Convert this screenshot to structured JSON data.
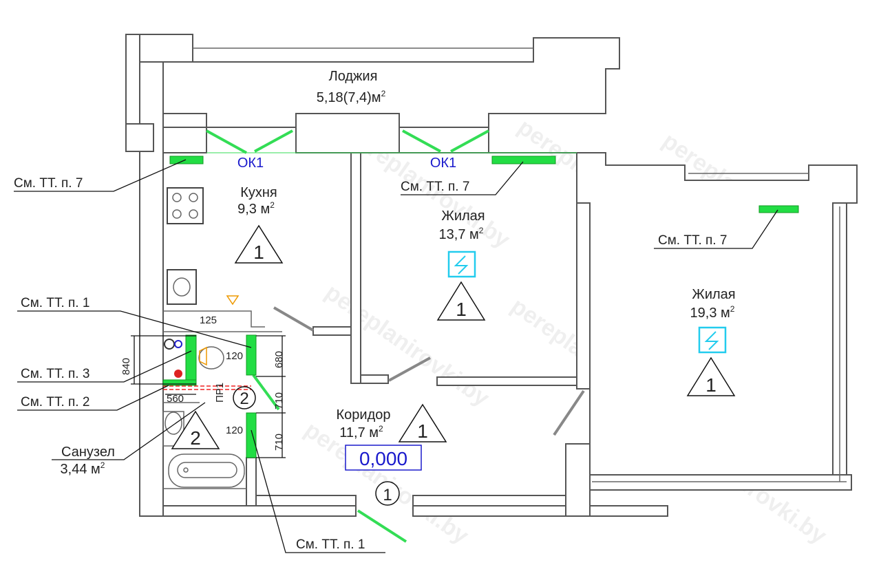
{
  "rooms": {
    "loggia": {
      "name": "Лоджия",
      "area": "5,18(7,4)м",
      "sup": "2"
    },
    "kitchen": {
      "name": "Кухня",
      "area": "9,3 м",
      "sup": "2",
      "mark": "1"
    },
    "living1": {
      "name": "Жилая",
      "area": "13,7 м",
      "sup": "2",
      "mark": "1"
    },
    "living2": {
      "name": "Жилая",
      "area": "19,3 м",
      "sup": "2",
      "mark": "1"
    },
    "corridor": {
      "name": "Коридор",
      "area": "11,7 м",
      "sup": "2",
      "mark": "1",
      "level": "0,000"
    },
    "bathroom": {
      "name": "Санузел",
      "area": "3,44 м",
      "sup": "2",
      "mark": "2"
    }
  },
  "windows": {
    "ok1a": "ОК1",
    "ok1b": "ОК1"
  },
  "callouts": {
    "tt7a": "См. ТТ. п. 7",
    "tt7b": "См. ТТ. п. 7",
    "tt7c": "См. ТТ. п. 7",
    "tt1a": "См. ТТ. п. 1",
    "tt3": "См. ТТ. п. 3",
    "tt2": "См. ТТ. п. 2",
    "tt1b": "См. ТТ. п. 1"
  },
  "dimensions": {
    "d125": "125",
    "d840": "840",
    "d120a": "120",
    "d680": "680",
    "d560": "560",
    "d710a": "710",
    "d120b": "120",
    "d710b": "710"
  },
  "markers": {
    "circle2": "2",
    "circle1": "1",
    "pr": "ПР1"
  },
  "watermark": "pereplanirovki.by",
  "colors": {
    "wall": "#555555",
    "new_wall": "#22dd44",
    "label_blue": "#1a1acc",
    "vent": "#22ccee"
  }
}
